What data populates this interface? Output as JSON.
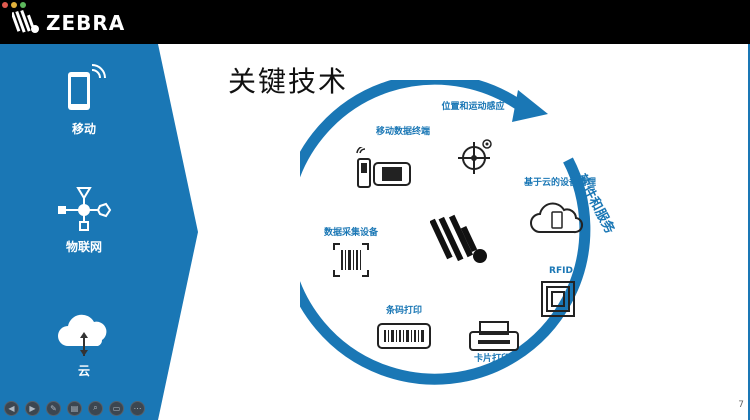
{
  "header": {
    "brand": "ZEBRA",
    "logo_icon": "zebra-head-icon",
    "background": "#000000"
  },
  "sidebar": {
    "color": "#1a77b5",
    "items": [
      {
        "label": "移动",
        "icon": "smartphone-wifi-icon"
      },
      {
        "label": "物联网",
        "icon": "iot-network-icon"
      },
      {
        "label": "云",
        "icon": "cloud-transfer-icon"
      }
    ]
  },
  "main": {
    "title": "关键技术",
    "ring_label": "软件和服务",
    "accent": "#1a77b5",
    "center_icon": "zebra-logo-icon",
    "items": [
      {
        "label": "移动数据终端",
        "icon": "mobile-computer-icon"
      },
      {
        "label": "位置和运动感应",
        "icon": "location-target-icon"
      },
      {
        "label": "基于云的设备管理",
        "icon": "cloud-device-icon"
      },
      {
        "label": "数据采集设备",
        "icon": "barcode-scanner-icon"
      },
      {
        "label": "RFID",
        "icon": "rfid-tag-icon"
      },
      {
        "label": "条码打印",
        "icon": "barcode-printer-icon"
      },
      {
        "label": "卡片打印",
        "icon": "card-printer-icon"
      }
    ]
  },
  "controls": {
    "page_number": "7",
    "buttons": [
      "prev-icon",
      "play-icon",
      "pen-icon",
      "layout-icon",
      "zoom-icon",
      "subtitle-icon",
      "more-icon"
    ]
  }
}
